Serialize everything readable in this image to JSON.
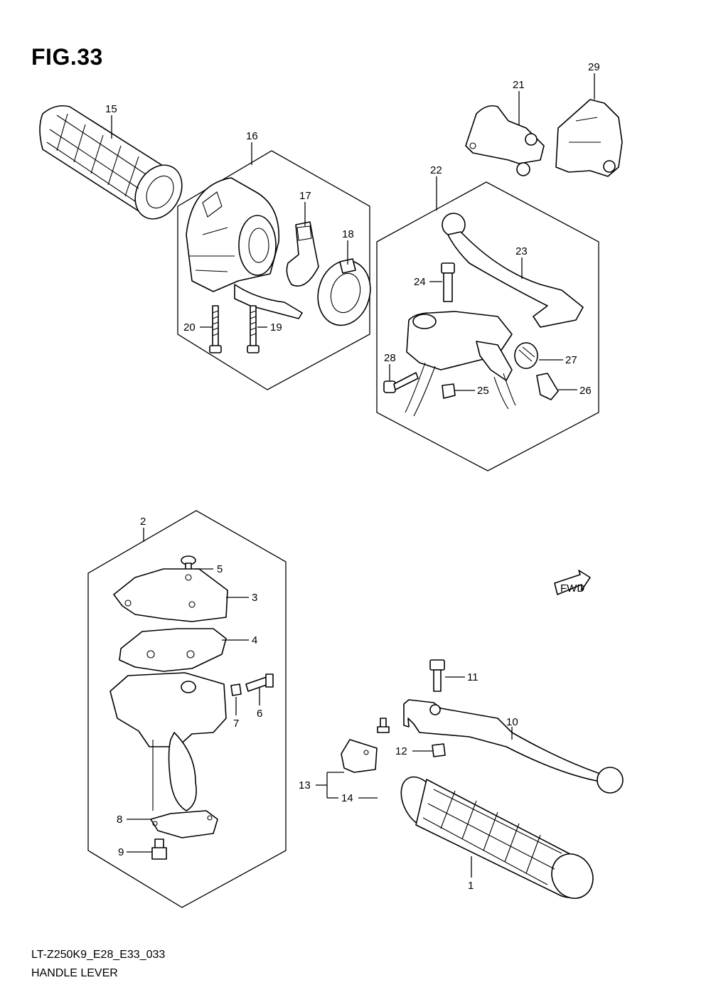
{
  "figure": {
    "title": "FIG.33",
    "code": "LT-Z250K9_E28_E33_033",
    "name": "HANDLE LEVER",
    "fwd_label": "FWD"
  },
  "callouts": [
    "1",
    "2",
    "3",
    "4",
    "5",
    "6",
    "7",
    "8",
    "9",
    "10",
    "11",
    "12",
    "13",
    "14",
    "15",
    "16",
    "17",
    "18",
    "19",
    "20",
    "21",
    "22",
    "23",
    "24",
    "25",
    "26",
    "27",
    "28",
    "29"
  ]
}
